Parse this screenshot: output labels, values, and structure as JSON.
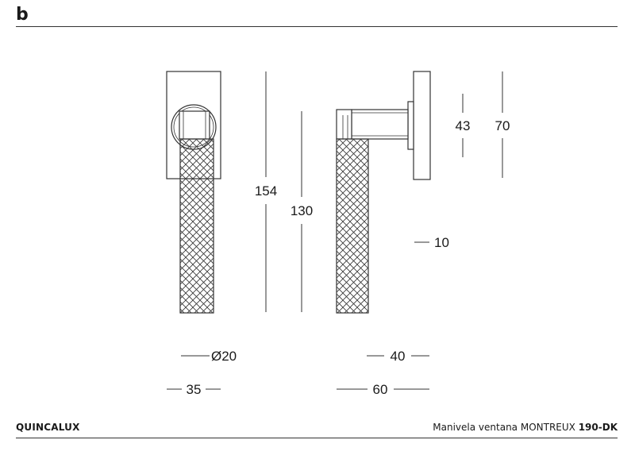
{
  "header": {
    "logo": "b"
  },
  "footer": {
    "brand": "QUINCALUX",
    "description": "Manivela ventana MONTREUX",
    "model": "190-DK"
  },
  "dimensions": {
    "overall_height": "154",
    "lever_length": "130",
    "projection_max": "70",
    "projection_min": "43",
    "rose_thickness": "10",
    "rose_diameter": "Ø20",
    "rose_width": "35",
    "grip_depth_min": "40",
    "grip_depth_max": "60"
  }
}
